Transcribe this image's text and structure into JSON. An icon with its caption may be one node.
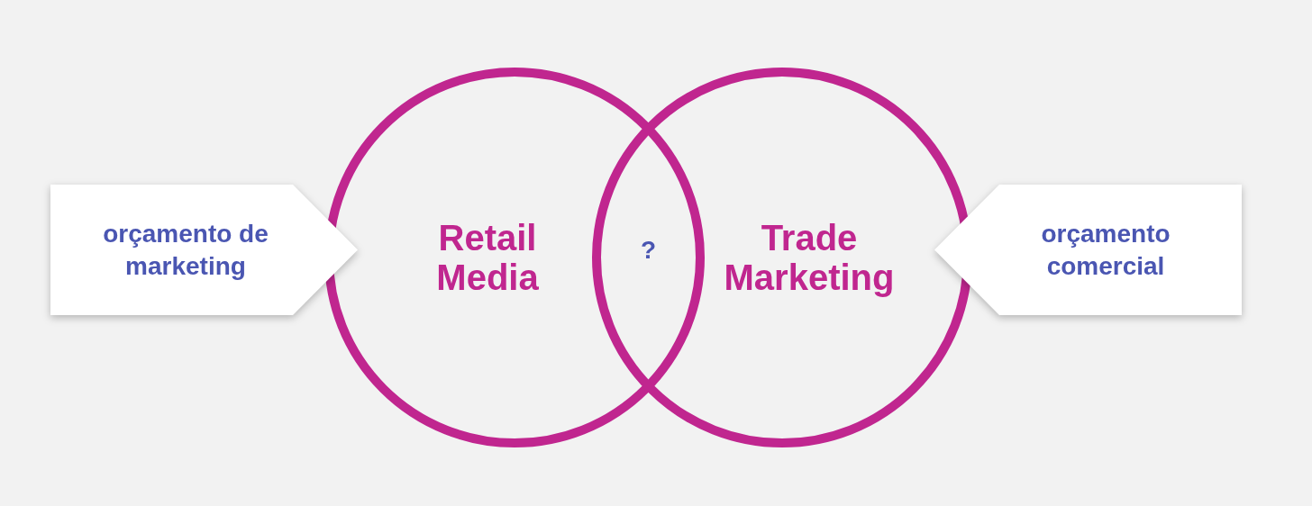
{
  "diagram": {
    "nodes": [
      {
        "text": [
          "orçamento de marketing"
        ]
      },
      {
        "text": [
          "Retail Media"
        ]
      },
      {
        "text": [
          "Trade Marketing"
        ]
      },
      {
        "text": [
          "orçamento comercial"
        ]
      }
    ],
    "labels": [
      "?"
    ]
  }
}
